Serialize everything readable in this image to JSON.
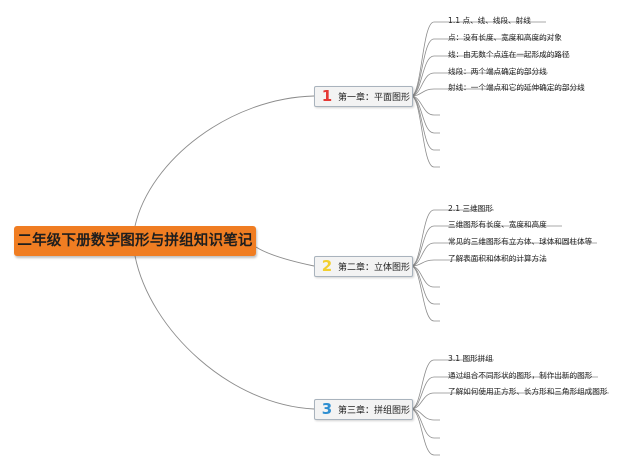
{
  "root": {
    "title": "二年级下册数学图形与拼组知识笔记"
  },
  "chapters": [
    {
      "number": "1",
      "color": "#e53935",
      "label": "第一章：平面图形",
      "items": [
        "1.1 点、线、线段、射线",
        "点：没有长度、宽度和高度的对象",
        "线：由无数个点连在一起形成的路径",
        "线段：两个端点确定的部分线",
        "射线：一个端点和它的延伸确定的部分线"
      ]
    },
    {
      "number": "2",
      "color": "#f2cf2e",
      "label": "第二章：立体图形",
      "items": [
        "2.1 三维图形",
        "三维图形有长度、宽度和高度",
        "常见的三维图形有立方体、球体和圆柱体等",
        "了解表面积和体积的计算方法"
      ]
    },
    {
      "number": "3",
      "color": "#2f8fd1",
      "label": "第三章：拼组图形",
      "items": [
        "3.1 图形拼组",
        "通过组合不同形状的图形，制作出新的图形",
        "了解如何使用正方形、长方形和三角形组成图形"
      ]
    }
  ],
  "colors": {
    "root_fill": "#f07d22",
    "line": "#8c8c8c",
    "node_border": "#a9b3bd"
  }
}
